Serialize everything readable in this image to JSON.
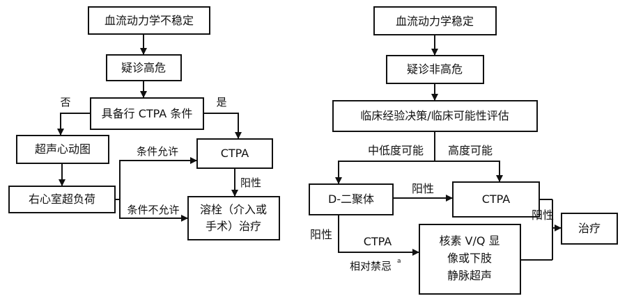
{
  "left": {
    "unstable": "血流动力学不稳定",
    "suspect_high": "疑诊高危",
    "ctpa_cond": "具备行 CTPA 条件",
    "no": "否",
    "yes": "是",
    "echo": "超声心动图",
    "rv_overload": "右心室超负荷",
    "ctpa": "CTPA",
    "allowed": "条件允许",
    "not_allowed": "条件不允许",
    "positive": "阳性",
    "thrombo_line1": "溶栓（介入或",
    "thrombo_line2": "手术）治疗"
  },
  "right": {
    "stable": "血流动力学稳定",
    "suspect_nonhigh": "疑诊非高危",
    "clinical_eval": "临床经验决策/临床可能性评估",
    "low_mid": "中低度可能",
    "high": "高度可能",
    "d_dimer": "D-二聚体",
    "positive_a": "阳性",
    "positive_b": "阳性",
    "positive_c": "阳性",
    "ctpa": "CTPA",
    "ctpa_label": "CTPA",
    "relative_contra": "相对禁忌",
    "footnote_mark": "a",
    "vq_line1": "核素 V/Q 显",
    "vq_line2": "像或下肢",
    "vq_line3": "静脉超声",
    "treatment": "治疗"
  }
}
